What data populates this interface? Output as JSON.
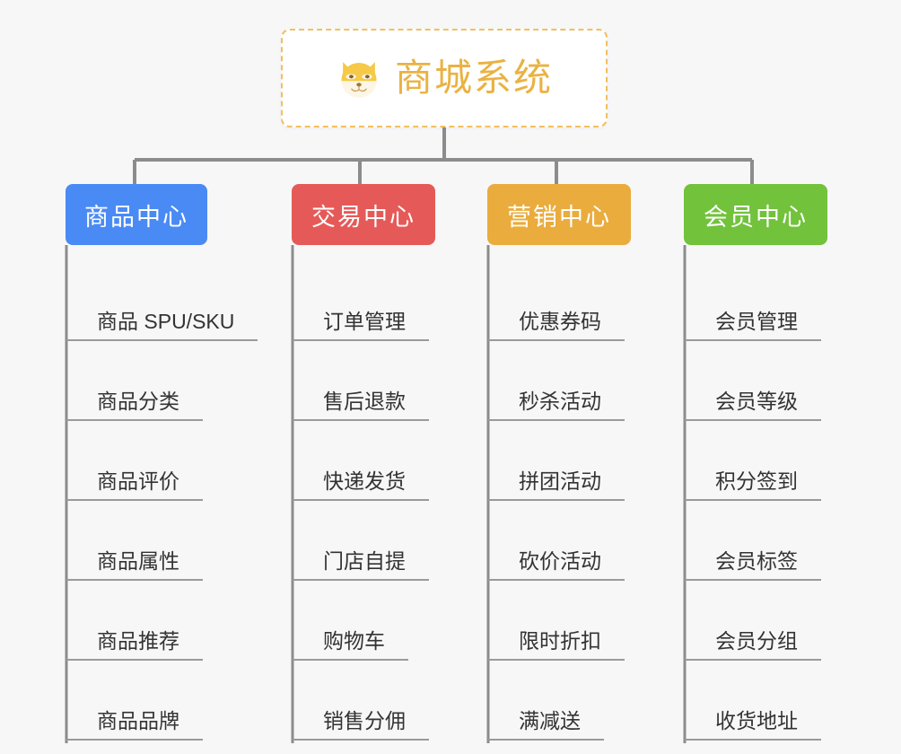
{
  "root": {
    "title": "商城系统",
    "icon": "shiba-dog-face-icon",
    "text_color": "#eab243",
    "border_color": "#f0c060",
    "background": "#ffffff"
  },
  "canvas": {
    "background": "#f7f7f7",
    "connector_color": "#8c8c8c",
    "leaf_line_color": "#9a9a9a"
  },
  "branches": [
    {
      "label": "商品中心",
      "color": "#4a8af4",
      "leaves": [
        "商品 SPU/SKU",
        "商品分类",
        "商品评价",
        "商品属性",
        "商品推荐",
        "商品品牌"
      ]
    },
    {
      "label": "交易中心",
      "color": "#e55a58",
      "leaves": [
        "订单管理",
        "售后退款",
        "快递发货",
        "门店自提",
        "购物车",
        "销售分佣"
      ]
    },
    {
      "label": "营销中心",
      "color": "#eaac3d",
      "leaves": [
        "优惠券码",
        "秒杀活动",
        "拼团活动",
        "砍价活动",
        "限时折扣",
        "满减送"
      ]
    },
    {
      "label": "会员中心",
      "color": "#72c23c",
      "leaves": [
        "会员管理",
        "会员等级",
        "积分签到",
        "会员标签",
        "会员分组",
        "收货地址"
      ]
    }
  ]
}
